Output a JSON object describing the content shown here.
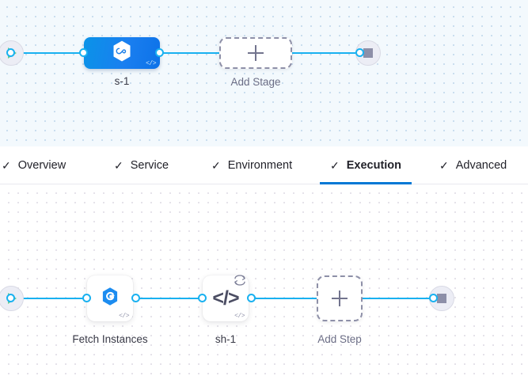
{
  "pipeline_stage_canvas": {
    "start_node": {
      "icon": "play-icon",
      "name": "pipeline-start"
    },
    "end_node": {
      "icon": "stop-icon",
      "name": "pipeline-end"
    },
    "stages": [
      {
        "label": "s-1",
        "icon": "harness-hexagon-infinity-icon",
        "badge": "</>",
        "type": "deployment-stage"
      }
    ],
    "add_stage": {
      "label": "Add Stage",
      "icon": "plus-icon"
    }
  },
  "tabbar": {
    "check_glyph": "✓",
    "tabs": [
      {
        "label": "Overview",
        "active": false
      },
      {
        "label": "Service",
        "active": false
      },
      {
        "label": "Environment",
        "active": false
      },
      {
        "label": "Execution",
        "active": true
      },
      {
        "label": "Advanced",
        "active": false
      }
    ],
    "active_underline_color": "#0278d5"
  },
  "execution_step_canvas": {
    "start_node": {
      "icon": "play-icon",
      "name": "execution-start"
    },
    "end_node": {
      "icon": "stop-icon",
      "name": "execution-end"
    },
    "steps": [
      {
        "label": "Fetch Instances",
        "icon": "harness-hexagon-e-icon",
        "badge": "</>",
        "loop": false
      },
      {
        "label": "sh-1",
        "icon": "shell-script-icon",
        "glyph": "</>",
        "badge": "</>",
        "loop": true,
        "loop_icon": "loop-retry-icon"
      }
    ],
    "add_step": {
      "label": "Add Step",
      "icon": "plus-icon"
    }
  },
  "colors": {
    "edge": "#19b1f0",
    "stage_node_gradient_start": "#0a93e8",
    "stage_node_gradient_end": "#0d72e8",
    "accent_blue": "#0278d5",
    "play_green": "#6cce8d",
    "stop_grey": "#8d8fa8",
    "stage_canvas_bg": "#f3f9fd",
    "step_canvas_bg": "#ffffff"
  }
}
